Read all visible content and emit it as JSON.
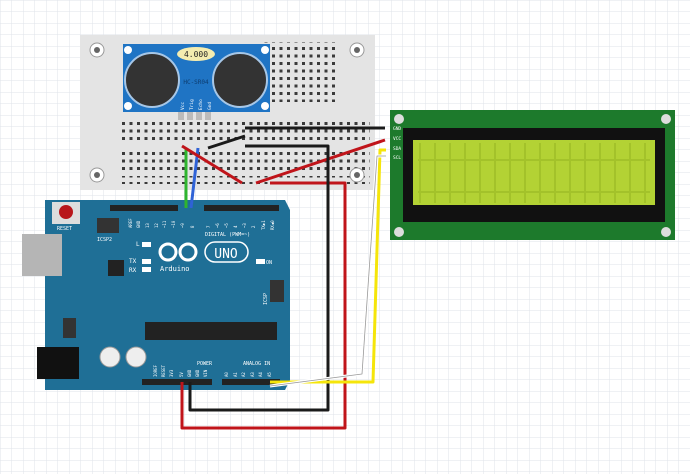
{
  "sensor": {
    "model": "HC-SR04",
    "crystal": "4.000",
    "pins": [
      "Vcc",
      "Trig",
      "Echo",
      "Gnd"
    ],
    "color": "#1f74c4"
  },
  "arduino": {
    "reset": "RESET",
    "icsp2": "ICSP2",
    "icsp": "ICSP",
    "led_l": "L",
    "tx": "TX",
    "rx": "RX",
    "brand": "Arduino",
    "model": "UNO",
    "on": "ON",
    "digital": "DIGITAL (PWM=~)",
    "power": "POWER",
    "analog": "ANALOG IN",
    "digital_pins": [
      "AREF",
      "GND",
      "13",
      "12",
      "~11",
      "~10",
      "~9",
      "8",
      "7",
      "~6",
      "~5",
      "4",
      "~3",
      "2",
      "TX▶1",
      "RX◀0"
    ],
    "power_pins": [
      "IOREF",
      "RESET",
      "3V3",
      "5V",
      "GND",
      "GND",
      "VIN"
    ],
    "analog_pins": [
      "A0",
      "A1",
      "A2",
      "A3",
      "A4",
      "A5"
    ],
    "color": "#1f6f96"
  },
  "lcd": {
    "pins": [
      "GND",
      "VCC",
      "SDA",
      "SCL"
    ],
    "board_color": "#1d7a2c",
    "screen_color": "#b3d234"
  },
  "wires": {
    "red": "#c0141a",
    "black": "#1a1a1a",
    "green": "#2fb52f",
    "blue": "#2f62d6",
    "yellow": "#f5e50a",
    "white": "#ffffff"
  }
}
